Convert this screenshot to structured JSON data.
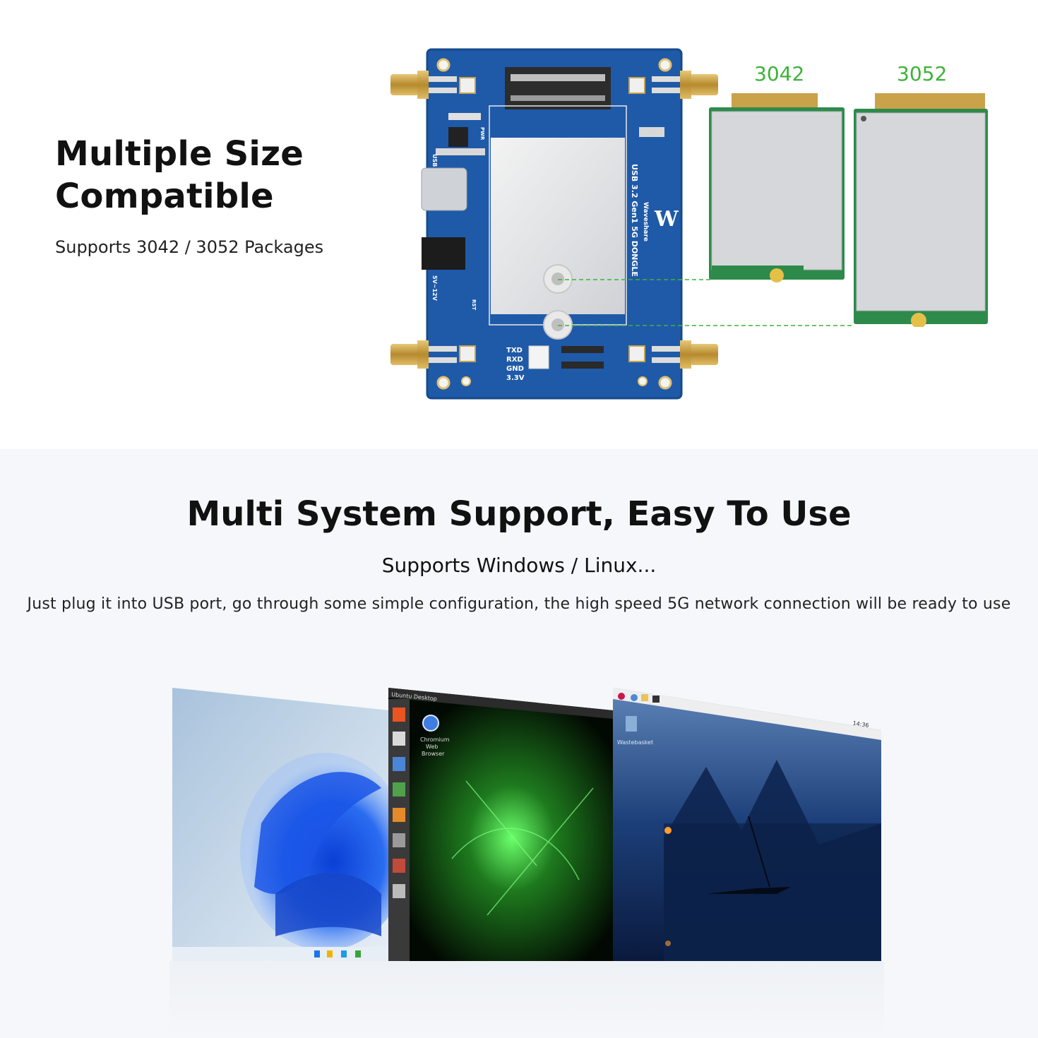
{
  "section1": {
    "title_line1": "Multiple Size",
    "title_line2": "Compatible",
    "subtitle": "Supports 3042 / 3052 Packages",
    "size_labels": [
      "3042",
      "3052"
    ]
  },
  "board": {
    "model_text": "USB 3.2 Gen1 5G DONGLE",
    "brand_text": "Waveshare",
    "port_label": "USB",
    "power_label": "5V~12V",
    "rst_label": "RST",
    "pwr_label": "PWR",
    "uart_pins": [
      "TXD",
      "RXD",
      "GND",
      "3.3V"
    ]
  },
  "section2": {
    "title": "Multi System Support, Easy To Use",
    "subtitle": "Supports Windows / Linux...",
    "description": "Just plug it into USB port, go through some simple configuration, the high speed 5G network connection will be ready to use"
  },
  "screens": {
    "ubuntu_title": "Ubuntu Desktop",
    "ubuntu_app_line1": "Chromium",
    "ubuntu_app_line2": "Web",
    "ubuntu_app_line3": "Browser",
    "rpi_desktop_icon": "Wastebasket",
    "rpi_clock": "14:36"
  },
  "colors": {
    "pcb_blue": "#1f5aa8",
    "accent_green": "#3db33a",
    "gold": "#c9a24a"
  }
}
